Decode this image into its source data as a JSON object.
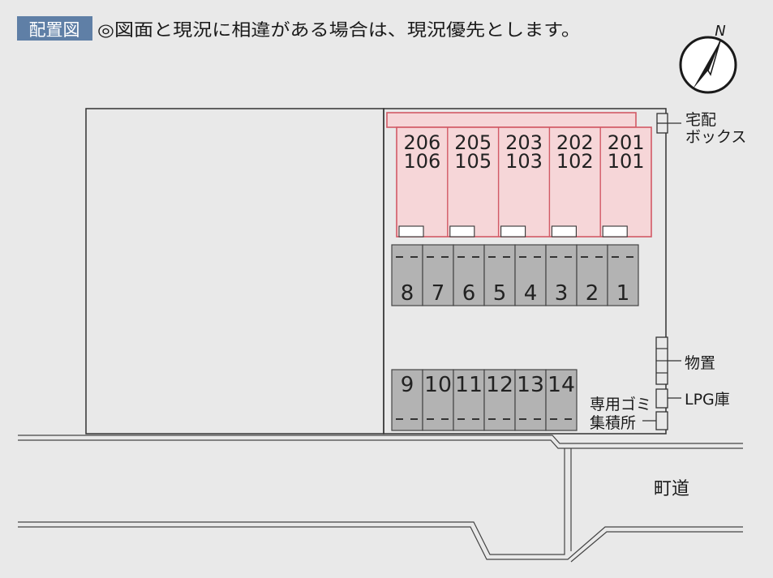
{
  "header": {
    "badge": "配置図",
    "note": "◎図面と現況に相違がある場合は、現況優先とします。"
  },
  "compass": {
    "label": "N"
  },
  "units": {
    "upper": [
      "206",
      "205",
      "203",
      "202",
      "201"
    ],
    "lower": [
      "106",
      "105",
      "103",
      "102",
      "101"
    ]
  },
  "parking": {
    "top_row": [
      "8",
      "7",
      "6",
      "5",
      "4",
      "3",
      "2",
      "1"
    ],
    "bottom_row": [
      "9",
      "10",
      "11",
      "12",
      "13",
      "14"
    ]
  },
  "facilities": {
    "delivery_line1": "宅配",
    "delivery_line2": "ボックス",
    "storage": "物置",
    "lpg": "LPG庫",
    "garbage_line1": "専用ゴミ",
    "garbage_line2": "集積所"
  },
  "road": {
    "label": "町道"
  },
  "colors": {
    "background": "#e9e9e9",
    "building_fill": "#f6d6d8",
    "building_stroke": "#d25a66",
    "parking_fill": "#b3b3b3",
    "badge_fill": "#5f7fa6",
    "line": "#333333"
  }
}
